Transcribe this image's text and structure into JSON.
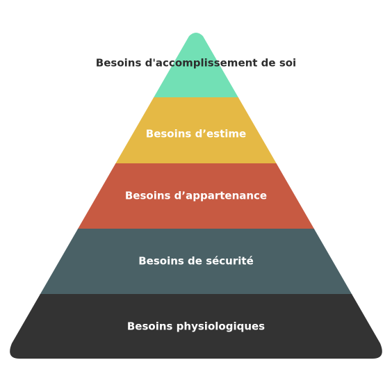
{
  "pyramid": {
    "levels": [
      {
        "label": "Besoins d'accomplissement de soi",
        "color": "#72e0b5",
        "text_color": "#2d2d2d"
      },
      {
        "label": "Besoins d’estime",
        "color": "#e5b945",
        "text_color": "#ffffff"
      },
      {
        "label": "Besoins d’appartenance",
        "color": "#c75a42",
        "text_color": "#ffffff"
      },
      {
        "label": "Besoins de sécurité",
        "color": "#4a6166",
        "text_color": "#ffffff"
      },
      {
        "label": "Besoins physiologiques",
        "color": "#333333",
        "text_color": "#ffffff"
      }
    ]
  }
}
